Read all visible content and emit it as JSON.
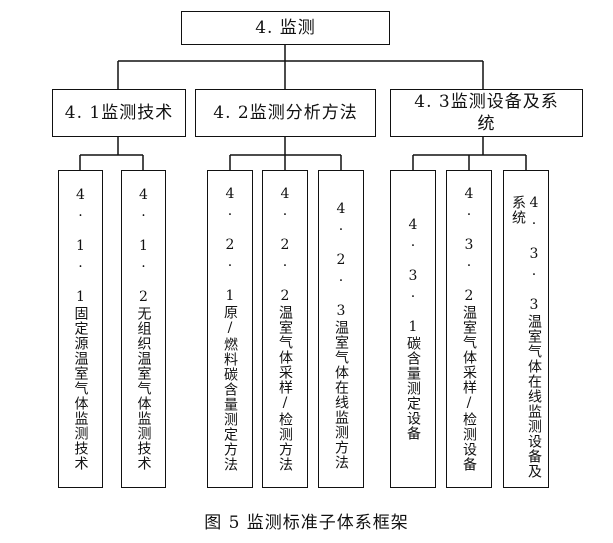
{
  "root": "4. 监测",
  "level2": [
    "4. 1监测技术",
    "4. 2监测分析方法",
    "4. 3监测设备及系统"
  ],
  "level3": [
    [
      "4. 1. 1固定源温室气体监测技术",
      "4. 1. 2无组织温室气体监测技术"
    ],
    [
      "4. 2. 1原/燃料碳含量测定方法",
      "4. 2. 2温室气体采样/检测方法",
      "4. 2. 3温室气体在线监测方法"
    ],
    [
      "4. 3. 1碳含量测定设备",
      "4. 3. 2温室气体采样/检测设备",
      "4. 3. 3温室气体在线监测设备及系统"
    ]
  ],
  "caption": "图 5  监测标准子体系框架"
}
